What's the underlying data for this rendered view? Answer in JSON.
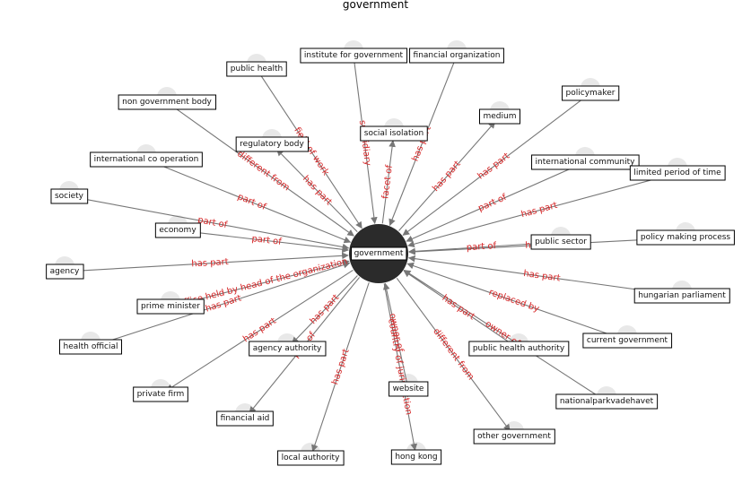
{
  "title": "government",
  "center": {
    "label": "government"
  },
  "colors": {
    "center_fill": "#2b2b2b",
    "edge": "#777777",
    "edge_label": "#d62728",
    "node_border": "#000000"
  },
  "nodes": [
    {
      "id": "public_health",
      "label": "public health"
    },
    {
      "id": "institute_for_government",
      "label": "institute for government"
    },
    {
      "id": "financial_organization",
      "label": "financial organization"
    },
    {
      "id": "policymaker",
      "label": "policymaker"
    },
    {
      "id": "non_government_body",
      "label": "non government body"
    },
    {
      "id": "medium",
      "label": "medium"
    },
    {
      "id": "social_isolation",
      "label": "social isolation"
    },
    {
      "id": "regulatory_body",
      "label": "regulatory body"
    },
    {
      "id": "international_co_operation",
      "label": "international co operation"
    },
    {
      "id": "international_community",
      "label": "international community"
    },
    {
      "id": "limited_period_of_time",
      "label": "limited period of time"
    },
    {
      "id": "society",
      "label": "society"
    },
    {
      "id": "economy",
      "label": "economy"
    },
    {
      "id": "public_sector",
      "label": "public sector"
    },
    {
      "id": "policy_making_process",
      "label": "policy making process"
    },
    {
      "id": "agency",
      "label": "agency"
    },
    {
      "id": "hungarian_parliament",
      "label": "hungarian parliament"
    },
    {
      "id": "prime_minister",
      "label": "prime minister"
    },
    {
      "id": "current_government",
      "label": "current government"
    },
    {
      "id": "health_official",
      "label": "health official"
    },
    {
      "id": "agency_authority",
      "label": "agency authority"
    },
    {
      "id": "public_health_authority",
      "label": "public health authority"
    },
    {
      "id": "private_firm",
      "label": "private firm"
    },
    {
      "id": "website",
      "label": "website"
    },
    {
      "id": "nationalparkvadehavet",
      "label": "nationalparkvadehavet"
    },
    {
      "id": "financial_aid",
      "label": "financial aid"
    },
    {
      "id": "other_government",
      "label": "other government"
    },
    {
      "id": "local_authority",
      "label": "local authority"
    },
    {
      "id": "hong_kong",
      "label": "hong kong"
    }
  ],
  "edges": [
    {
      "node": "public_health",
      "label": "field of work",
      "direction": "in"
    },
    {
      "node": "institute_for_government",
      "label": "subsidiary",
      "direction": "in"
    },
    {
      "node": "financial_organization",
      "label": "has part",
      "direction": "in"
    },
    {
      "node": "policymaker",
      "label": "has part",
      "direction": "in"
    },
    {
      "node": "non_government_body",
      "label": "different from",
      "direction": "in"
    },
    {
      "node": "medium",
      "label": "has part",
      "direction": "out"
    },
    {
      "node": "social_isolation",
      "label": "facet of",
      "direction": "out"
    },
    {
      "node": "regulatory_body",
      "label": "has part",
      "direction": "out"
    },
    {
      "node": "international_co_operation",
      "label": "part of",
      "direction": "in"
    },
    {
      "node": "international_community",
      "label": "part of",
      "direction": "in"
    },
    {
      "node": "limited_period_of_time",
      "label": "has part",
      "direction": "in"
    },
    {
      "node": "society",
      "label": "part of",
      "direction": "in"
    },
    {
      "node": "economy",
      "label": "part of",
      "direction": "in"
    },
    {
      "node": "public_sector",
      "label": "part of",
      "direction": "in"
    },
    {
      "node": "policy_making_process",
      "label": "has part",
      "direction": "in"
    },
    {
      "node": "agency",
      "label": "has part",
      "direction": "in"
    },
    {
      "node": "hungarian_parliament",
      "label": "has part",
      "direction": "in"
    },
    {
      "node": "prime_minister",
      "label": "office held by head of the organization",
      "direction": "in"
    },
    {
      "node": "current_government",
      "label": "replaced by",
      "direction": "in"
    },
    {
      "node": "health_official",
      "label": "has part",
      "direction": "in"
    },
    {
      "node": "agency_authority",
      "label": "has part",
      "direction": "out"
    },
    {
      "node": "public_health_authority",
      "label": "has part",
      "direction": "in"
    },
    {
      "node": "private_firm",
      "label": "has part",
      "direction": "out"
    },
    {
      "node": "website",
      "label": "owner of",
      "direction": "in"
    },
    {
      "node": "nationalparkvadehavet",
      "label": "owner of",
      "direction": "in"
    },
    {
      "node": "financial_aid",
      "label": "part of",
      "direction": "out"
    },
    {
      "node": "other_government",
      "label": "different from",
      "direction": "out"
    },
    {
      "node": "local_authority",
      "label": "has part",
      "direction": "out"
    },
    {
      "node": "hong_kong",
      "label": "country of jurisdiction",
      "direction": "out"
    }
  ]
}
